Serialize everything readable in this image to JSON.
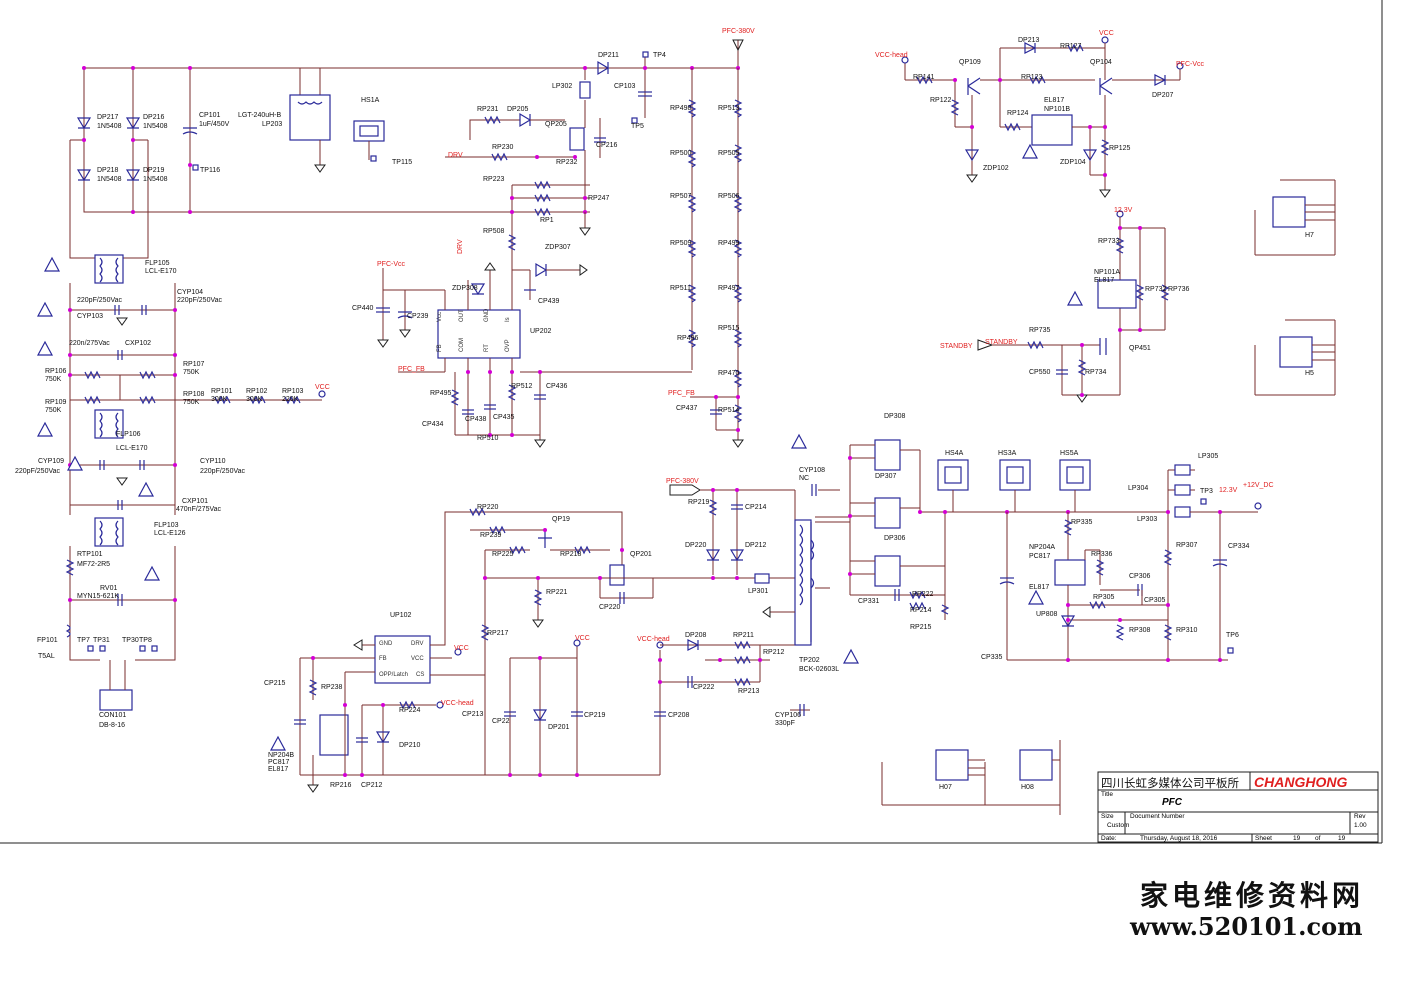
{
  "title_block": {
    "company": "四川长虹多媒体公司平板所",
    "brand": "CHANGHONG",
    "title_label": "Title",
    "title": "PFC",
    "size_label": "Size",
    "size": "Custom",
    "docnum_label": "Document Number",
    "rev_label": "Rev",
    "rev": "1.00",
    "date_label": "Date:",
    "date": "Thursday, August 18, 2016",
    "sheet_label": "Sheet",
    "sheet": "19",
    "of_label": "of",
    "total": "19"
  },
  "watermark": {
    "cn": "家电维修资料网",
    "url": "www.520101.com"
  },
  "nets": {
    "pfc380_top": "PFC-380V",
    "pfc380_mid": "PFC-380V",
    "vcc_head1": "VCC-head",
    "vcc_head2": "VCC-head",
    "vcc_head3": "VCC-head",
    "vcc1": "VCC",
    "vcc2": "VCC",
    "vcc3": "VCC",
    "vcc4": "VCC",
    "pfc_vcc1": "PFC-Vcc",
    "pfc_vcc2": "PFC-Vcc",
    "drv1": "DRV",
    "drv2": "DRV",
    "pfc_fb1": "PFC_FB",
    "pfc_fb2": "PFC_FB",
    "standby1": "STANDBY",
    "standby2": "STANDBY",
    "v12_3v": "12.3V",
    "v12_3v_b": "12.3V",
    "v12dc": "+12V_DC"
  },
  "labels": [
    {
      "t": "DP217"
    },
    {
      "t": "1N5408"
    },
    {
      "t": "DP216"
    },
    {
      "t": "1N5408"
    },
    {
      "t": "DP218"
    },
    {
      "t": "1N5408"
    },
    {
      "t": "DP219"
    },
    {
      "t": "1N5408"
    },
    {
      "t": "CP101"
    },
    {
      "t": "1uF/450V"
    },
    {
      "t": "TP116"
    },
    {
      "t": "LGT-240uH-B"
    },
    {
      "t": "LP203"
    },
    {
      "t": "HS1A"
    },
    {
      "t": "TP115"
    },
    {
      "t": "DP211"
    },
    {
      "t": "TP4"
    },
    {
      "t": "LP302"
    },
    {
      "t": "CP103"
    },
    {
      "t": "TP5"
    },
    {
      "t": "RP231"
    },
    {
      "t": "DP205"
    },
    {
      "t": "QP205"
    },
    {
      "t": "CP216"
    },
    {
      "t": "RP230"
    },
    {
      "t": "RP232"
    },
    {
      "t": "RP223"
    },
    {
      "t": "RP247"
    },
    {
      "t": "RP1"
    },
    {
      "t": "RP508"
    },
    {
      "t": "ZDP307"
    },
    {
      "t": "CP439"
    },
    {
      "t": "ZDP308"
    },
    {
      "t": "CP440"
    },
    {
      "t": "CP239"
    },
    {
      "t": "UP202"
    },
    {
      "t": "RP495"
    },
    {
      "t": "CP438"
    },
    {
      "t": "CP435"
    },
    {
      "t": "RP512"
    },
    {
      "t": "CP436"
    },
    {
      "t": "CP434"
    },
    {
      "t": "RP510"
    },
    {
      "t": "RP498"
    },
    {
      "t": "RP513"
    },
    {
      "t": "RP500"
    },
    {
      "t": "RP505"
    },
    {
      "t": "RP507"
    },
    {
      "t": "RP506"
    },
    {
      "t": "RP509"
    },
    {
      "t": "RP499"
    },
    {
      "t": "RP511"
    },
    {
      "t": "RP497"
    },
    {
      "t": "RP496"
    },
    {
      "t": "RP515"
    },
    {
      "t": "RP470"
    },
    {
      "t": "RP514"
    },
    {
      "t": "CP437"
    },
    {
      "t": "FLP105"
    },
    {
      "t": "LCL-E170"
    },
    {
      "t": "CYP104"
    },
    {
      "t": "220pF/250Vac"
    },
    {
      "t": "220pF/250Vac"
    },
    {
      "t": "CYP103"
    },
    {
      "t": "220n/275Vac"
    },
    {
      "t": "CXP102"
    },
    {
      "t": "RP107"
    },
    {
      "t": "750K"
    },
    {
      "t": "RP106"
    },
    {
      "t": "750K"
    },
    {
      "t": "RP108"
    },
    {
      "t": "750K"
    },
    {
      "t": "RP109"
    },
    {
      "t": "750K"
    },
    {
      "t": "RP101"
    },
    {
      "t": "300K"
    },
    {
      "t": "RP102"
    },
    {
      "t": "300K"
    },
    {
      "t": "RP103"
    },
    {
      "t": "220K"
    },
    {
      "t": "FLP106"
    },
    {
      "t": "LCL-E170"
    },
    {
      "t": "CYP109"
    },
    {
      "t": "220pF/250Vac"
    },
    {
      "t": "CYP110"
    },
    {
      "t": "220pF/250Vac"
    },
    {
      "t": "CXP101"
    },
    {
      "t": "470nF/275Vac"
    },
    {
      "t": "FLP103"
    },
    {
      "t": "LCL-E126"
    },
    {
      "t": "RTP101"
    },
    {
      "t": "MF72-2R5"
    },
    {
      "t": "RV01"
    },
    {
      "t": "MYN15-621K"
    },
    {
      "t": "FP101"
    },
    {
      "t": "T5AL"
    },
    {
      "t": "TP7"
    },
    {
      "t": "TP31"
    },
    {
      "t": "TP30"
    },
    {
      "t": "TP8"
    },
    {
      "t": "CON101"
    },
    {
      "t": "DB-8-16"
    },
    {
      "t": "RP220"
    },
    {
      "t": "RP239"
    },
    {
      "t": "QP19"
    },
    {
      "t": "RP225"
    },
    {
      "t": "RP218"
    },
    {
      "t": "QP201"
    },
    {
      "t": "RP221"
    },
    {
      "t": "CP220"
    },
    {
      "t": "UP102"
    },
    {
      "t": "RP217"
    },
    {
      "t": "CP215"
    },
    {
      "t": "RP238"
    },
    {
      "t": "RP224"
    },
    {
      "t": "CP213"
    },
    {
      "t": "CP22"
    },
    {
      "t": "DP201"
    },
    {
      "t": "CP219"
    },
    {
      "t": "DP210"
    },
    {
      "t": "NP204B"
    },
    {
      "t": "PC817"
    },
    {
      "t": "EL817"
    },
    {
      "t": "RP216"
    },
    {
      "t": "CP212"
    },
    {
      "t": "RP219"
    },
    {
      "t": "CP214"
    },
    {
      "t": "DP220"
    },
    {
      "t": "DP212"
    },
    {
      "t": "LP301"
    },
    {
      "t": "DP208"
    },
    {
      "t": "RP211"
    },
    {
      "t": "RP212"
    },
    {
      "t": "CP222"
    },
    {
      "t": "RP213"
    },
    {
      "t": "CP208"
    },
    {
      "t": "CYP108"
    },
    {
      "t": "NC"
    },
    {
      "t": "TP202"
    },
    {
      "t": "BCK-02603L"
    },
    {
      "t": "CYP106"
    },
    {
      "t": "330pF"
    },
    {
      "t": "DP308"
    },
    {
      "t": "DP307"
    },
    {
      "t": "DP306"
    },
    {
      "t": "CP331"
    },
    {
      "t": "RP222"
    },
    {
      "t": "RP214"
    },
    {
      "t": "RP215"
    },
    {
      "t": "HS4A"
    },
    {
      "t": "HS3A"
    },
    {
      "t": "HS5A"
    },
    {
      "t": "LP305"
    },
    {
      "t": "LP304"
    },
    {
      "t": "LP303"
    },
    {
      "t": "TP3"
    },
    {
      "t": "RP335"
    },
    {
      "t": "NP204A"
    },
    {
      "t": "PC817"
    },
    {
      "t": "EL817"
    },
    {
      "t": "RP336"
    },
    {
      "t": "CP306"
    },
    {
      "t": "RP305"
    },
    {
      "t": "CP305"
    },
    {
      "t": "UP808"
    },
    {
      "t": "RP308"
    },
    {
      "t": "RP307"
    },
    {
      "t": "RP310"
    },
    {
      "t": "CP334"
    },
    {
      "t": "CP335"
    },
    {
      "t": "TP6"
    },
    {
      "t": "DP213"
    },
    {
      "t": "RP127"
    },
    {
      "t": "QP104"
    },
    {
      "t": "QP109"
    },
    {
      "t": "RP141"
    },
    {
      "t": "RP123"
    },
    {
      "t": "RP122"
    },
    {
      "t": "EL817"
    },
    {
      "t": "NP101B"
    },
    {
      "t": "RP124"
    },
    {
      "t": "DP207"
    },
    {
      "t": "ZDP102"
    },
    {
      "t": "ZDP104"
    },
    {
      "t": "RP125"
    },
    {
      "t": "H7"
    },
    {
      "t": "RP733"
    },
    {
      "t": "NP101A"
    },
    {
      "t": "EL817"
    },
    {
      "t": "RP732"
    },
    {
      "t": "RP736"
    },
    {
      "t": "RP735"
    },
    {
      "t": "QP451"
    },
    {
      "t": "CP550"
    },
    {
      "t": "RP734"
    },
    {
      "t": "H5"
    },
    {
      "t": "H07"
    },
    {
      "t": "H08"
    }
  ],
  "ic_pins": {
    "up202": [
      "Vcc",
      "OUT",
      "GND",
      "Is",
      "FB",
      "COM",
      "RT",
      "OVP"
    ],
    "up102": [
      "GND",
      "DRV",
      "FB",
      "VCC",
      "OPP/Latch",
      "CS"
    ]
  }
}
